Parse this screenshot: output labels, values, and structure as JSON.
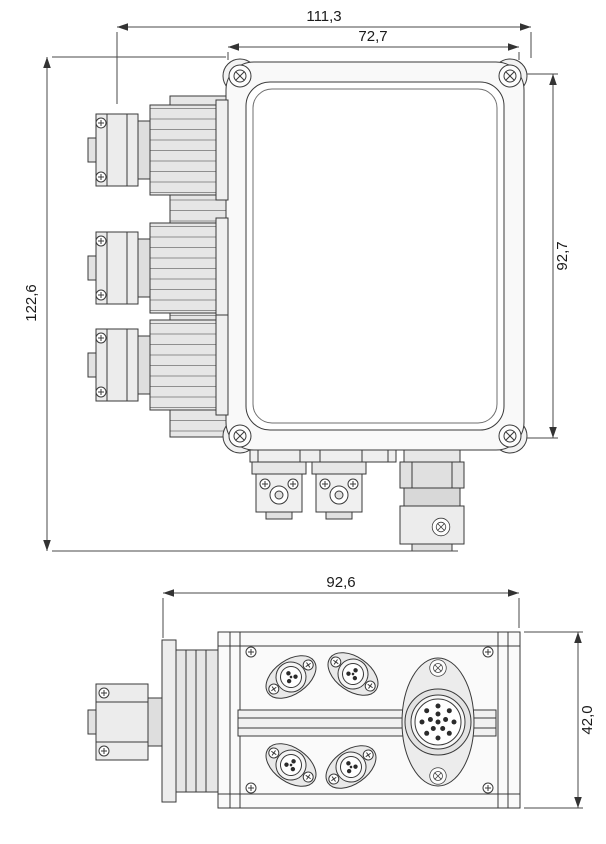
{
  "drawing": {
    "front_view": {
      "dims": {
        "overall_width": "111,3",
        "lid_width": "72,7",
        "overall_height": "122,6",
        "body_height": "92,7"
      }
    },
    "side_view": {
      "dims": {
        "width": "92,6",
        "height": "42,0"
      }
    }
  }
}
